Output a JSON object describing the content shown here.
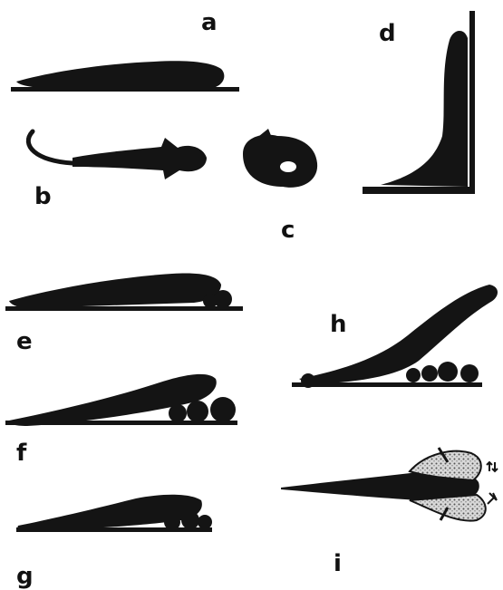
{
  "panels": [
    {
      "id": "a",
      "label": "a"
    },
    {
      "id": "b",
      "label": "b"
    },
    {
      "id": "c",
      "label": "c"
    },
    {
      "id": "d",
      "label": "d"
    },
    {
      "id": "e",
      "label": "e"
    },
    {
      "id": "f",
      "label": "f"
    },
    {
      "id": "g",
      "label": "g"
    },
    {
      "id": "h",
      "label": "h"
    },
    {
      "id": "i",
      "label": "i"
    }
  ],
  "colors": {
    "silhouette": "#141414",
    "background": "#ffffff",
    "stipple": "#9a9a9a"
  }
}
